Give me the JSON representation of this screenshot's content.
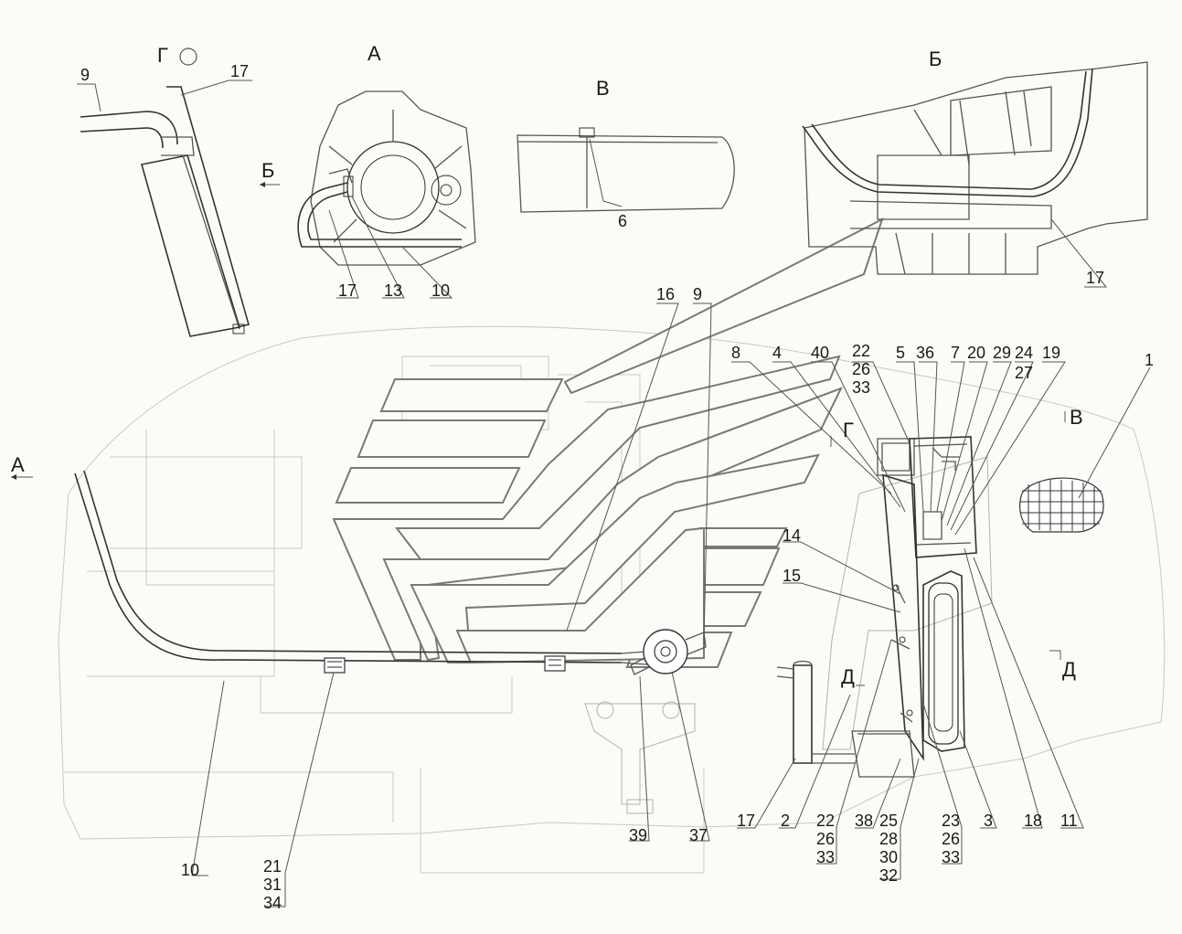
{
  "view_labels": {
    "A_top": "А",
    "B_top": "Б",
    "V_top": "В",
    "G_top": "Г",
    "B_arrow": "Б",
    "A_arrow": "А",
    "G_main": "Г",
    "V_main": "В",
    "D_left": "Д",
    "D_right": "Д"
  },
  "part_numbers": {
    "p9_g": "9",
    "p17_g": "17",
    "p17_a": "17",
    "p13_a": "13",
    "p10_a": "10",
    "p6_v": "6",
    "p17_b": "17",
    "p16": "16",
    "p9": "9",
    "p8": "8",
    "p4": "4",
    "p40": "40",
    "p22_top": "22",
    "p26_top": "26",
    "p33_top": "33",
    "p5": "5",
    "p36": "36",
    "p7": "7",
    "p20": "20",
    "p29": "29",
    "p24": "24",
    "p27": "27",
    "p19": "19",
    "p1": "1",
    "p14": "14",
    "p15": "15",
    "p10": "10",
    "p21": "21",
    "p31": "31",
    "p34": "34",
    "p39": "39",
    "p37": "37",
    "p17_bottom": "17",
    "p2": "2",
    "p22_bot": "22",
    "p26_bot": "26",
    "p33_bot": "33",
    "p38": "38",
    "p25": "25",
    "p28": "28",
    "p30": "30",
    "p32": "32",
    "p23": "23",
    "p26_r": "26",
    "p33_r": "33",
    "p3": "3",
    "p18": "18",
    "p11": "11"
  }
}
